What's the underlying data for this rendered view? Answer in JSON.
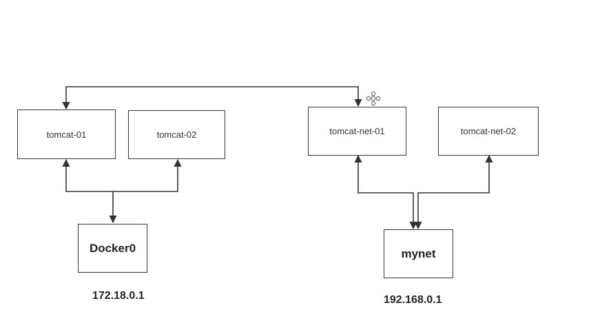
{
  "diagram": {
    "nodes": {
      "tomcat_01": "tomcat-01",
      "tomcat_02": "tomcat-02",
      "tomcat_net_01": "tomcat-net-01",
      "tomcat_net_02": "tomcat-net-02",
      "docker0": "Docker0",
      "mynet": "mynet"
    },
    "labels": {
      "docker0_ip": "172.18.0.1",
      "mynet_ip": "192.168.0.1"
    },
    "line_color": "#333333",
    "icons": [
      "move-icon"
    ]
  }
}
